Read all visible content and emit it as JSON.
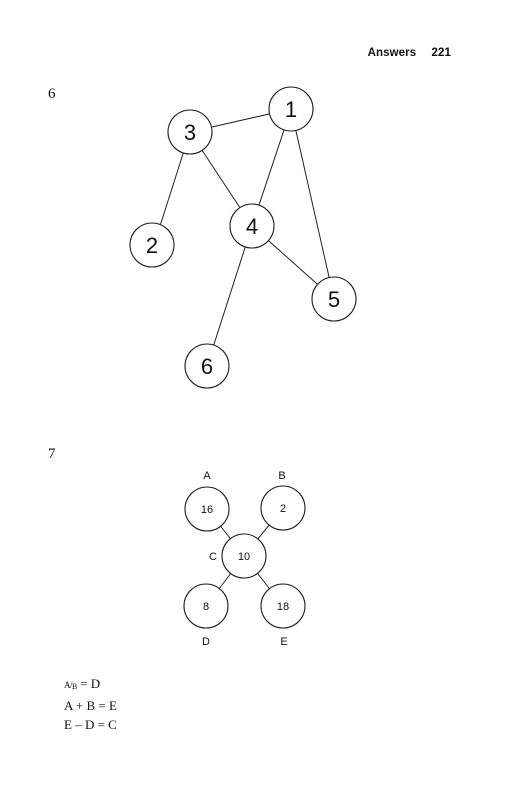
{
  "header": {
    "section": "Answers",
    "page_number": "221"
  },
  "q6": {
    "number": "6",
    "nodes": [
      "1",
      "2",
      "3",
      "4",
      "5",
      "6"
    ]
  },
  "q7": {
    "number": "7",
    "node_values": {
      "A": "16",
      "B": "2",
      "C": "10",
      "D": "8",
      "E": "18"
    },
    "labels": {
      "A": "A",
      "B": "B",
      "C": "C",
      "D": "D",
      "E": "E"
    }
  },
  "equations": {
    "eq1_num": "A",
    "eq1_den": "B",
    "eq1_rest": " = D",
    "eq2": "A + B = E",
    "eq3": "E – D = C"
  }
}
